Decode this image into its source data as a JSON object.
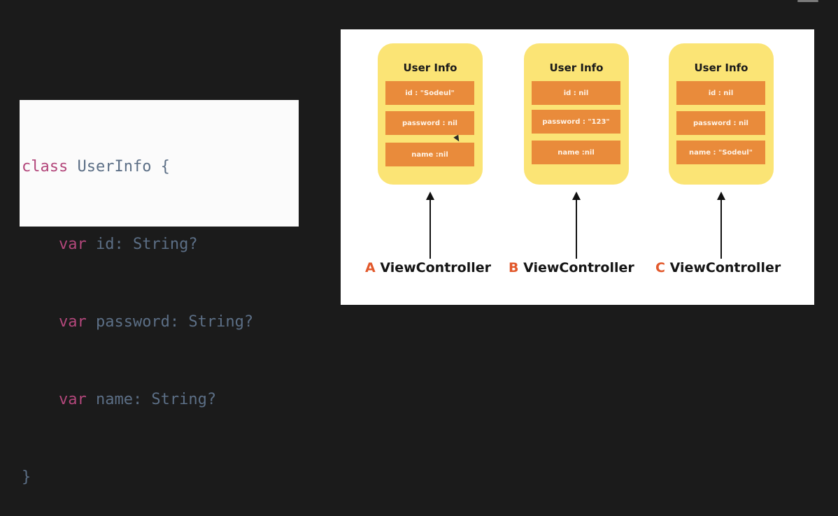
{
  "code": {
    "lines": [
      {
        "keyword": "class",
        "rest": " UserInfo {"
      },
      {
        "keyword": "    var",
        "rest": " id: String?"
      },
      {
        "keyword": "    var",
        "rest": " password: String?"
      },
      {
        "keyword": "    var",
        "rest": " name: String?"
      },
      {
        "keyword": "",
        "rest": "}"
      }
    ]
  },
  "diagram": {
    "cards": [
      {
        "title": "User Info",
        "fields": [
          "id : \"Sodeul\"",
          "password : nil",
          "name :nil"
        ]
      },
      {
        "title": "User Info",
        "fields": [
          "id : nil",
          "password : \"123\"",
          "name :nil"
        ]
      },
      {
        "title": "User Info",
        "fields": [
          "id : nil",
          "password : nil",
          "name : \"Sodeul\""
        ]
      }
    ],
    "controllers": [
      {
        "letter": "A",
        "name": "ViewController"
      },
      {
        "letter": "B",
        "name": "ViewController"
      },
      {
        "letter": "C",
        "name": "ViewController"
      }
    ]
  },
  "colors": {
    "background": "#1b1b1b",
    "card": "#fbe475",
    "field": "#e98b3b",
    "accent_letter": "#e2592c",
    "keyword": "#b3477b"
  }
}
